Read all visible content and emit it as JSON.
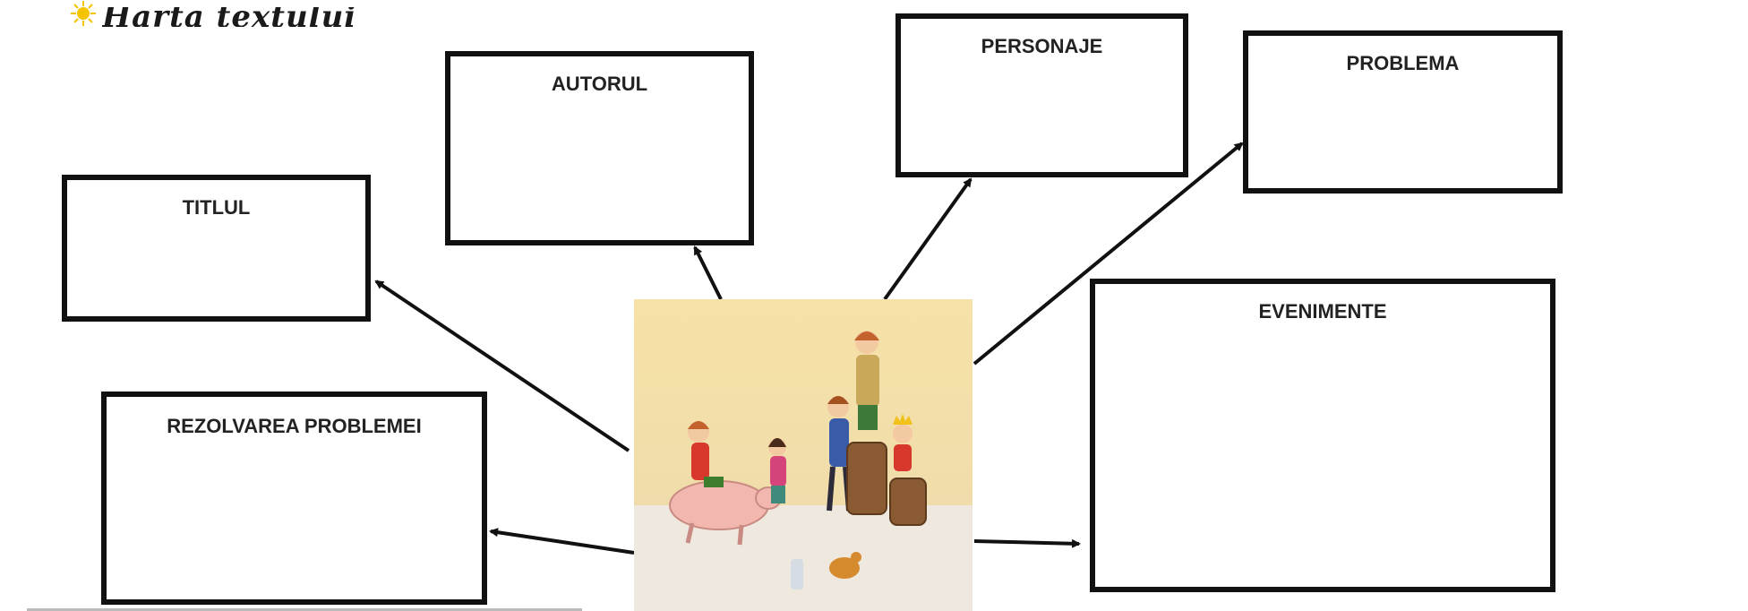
{
  "header": {
    "title": "Harta textului"
  },
  "boxes": {
    "titlul": "TITLUL",
    "autorul": "AUTORUL",
    "personaje": "PERSONAJE",
    "problema": "PROBLEMA",
    "evenimente": "EVENIMENTE",
    "rezolvarea": "REZOLVAREA PROBLEMEI"
  },
  "colors": {
    "box_border": "#111111",
    "arrow": "#111111",
    "sun": "#f5c400",
    "illustration_bg": "#f6e2a8"
  }
}
